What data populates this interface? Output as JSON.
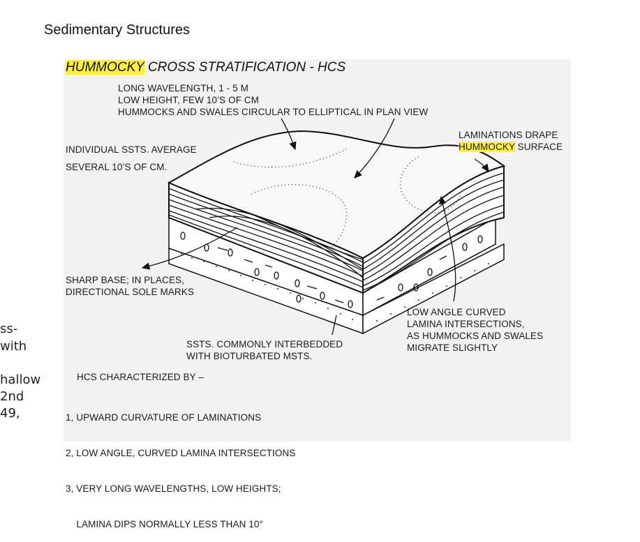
{
  "page_title": "Sedimentary Structures",
  "figure": {
    "title_highlight": "HUMMOCKY",
    "title_rest": " CROSS STRATIFICATION - HCS",
    "wavelength_lines": [
      "LONG WAVELENGTH, 1 - 5 M",
      "LOW HEIGHT, FEW 10’S OF CM",
      "HUMMOCKS AND SWALES CIRCULAR TO ELLIPTICAL IN PLAN VIEW"
    ],
    "thickness_lines": [
      "INDIVIDUAL SSTS. AVERAGE",
      "SEVERAL 10’S OF CM."
    ],
    "drape_line1": "LAMINATIONS DRAPE",
    "drape_highlight": "HUMMOCKY",
    "drape_rest": " SURFACE",
    "base_lines": [
      "SHARP BASE; IN PLACES,",
      "DIRECTIONAL SOLE MARKS"
    ],
    "interbedded_lines": [
      "SSTS. COMMONLY INTERBEDDED",
      "WITH BIOTURBATED MSTS."
    ],
    "intersection_lines": [
      "LOW ANGLE CURVED",
      "LAMINA INTERSECTIONS,",
      "AS HUMMOCKS AND SWALES",
      "MIGRATE SLIGHTLY"
    ],
    "characterized_heading": "HCS CHARACTERIZED BY –",
    "characteristics": [
      "1, UPWARD CURVATURE OF LAMINATIONS",
      "2, LOW ANGLE, CURVED LAMINA INTERSECTIONS",
      "3, VERY LONG WAVELENGTHS, LOW HEIGHTS;",
      "    LAMINA DIPS NORMALLY LESS THAN 10°"
    ]
  },
  "left_fragment": [
    "ss-",
    "with",
    "",
    "hallow",
    " 2nd",
    "49,"
  ],
  "colors": {
    "highlight": "#ffef3a",
    "figure_background": "#f2f2f2",
    "ink": "#111111"
  }
}
